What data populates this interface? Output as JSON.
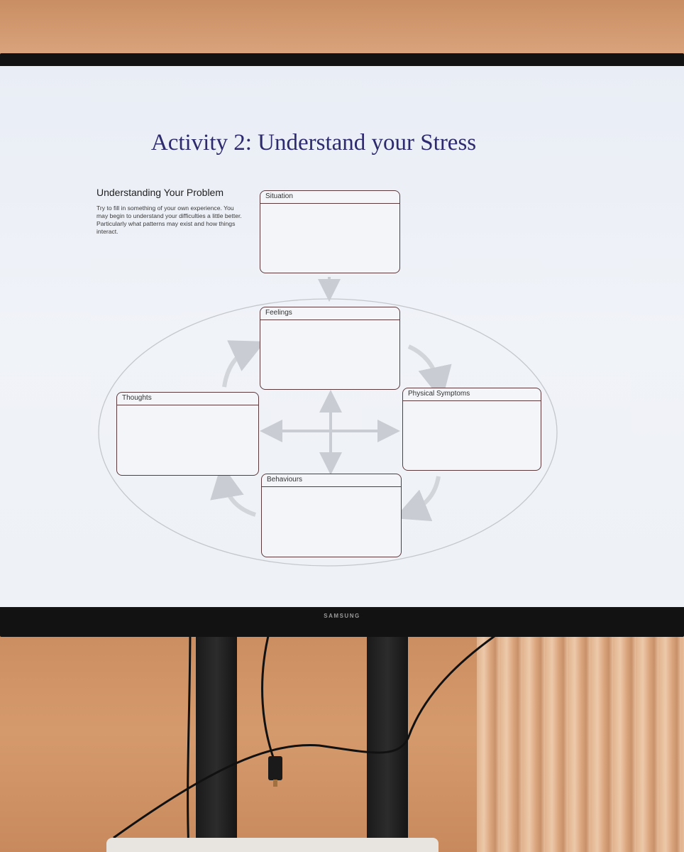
{
  "slide": {
    "title": "Activity 2: Understand your Stress",
    "heading": "Understanding Your Problem",
    "intro": "Try to fill in something of your own experience. You may begin to understand your difficulties a little better. Particularly what patterns may exist and how things interact."
  },
  "boxes": {
    "situation": "Situation",
    "feelings": "Feelings",
    "thoughts": "Thoughts",
    "physical": "Physical Symptoms",
    "behaviours": "Behaviours"
  },
  "monitor": {
    "brand": "SAMSUNG"
  },
  "colors": {
    "title": "#2d2a6e",
    "box_border": "#5b3a3e",
    "arrow": "#c9ccd2",
    "wall": "#d59a6c",
    "bezel": "#121212"
  }
}
